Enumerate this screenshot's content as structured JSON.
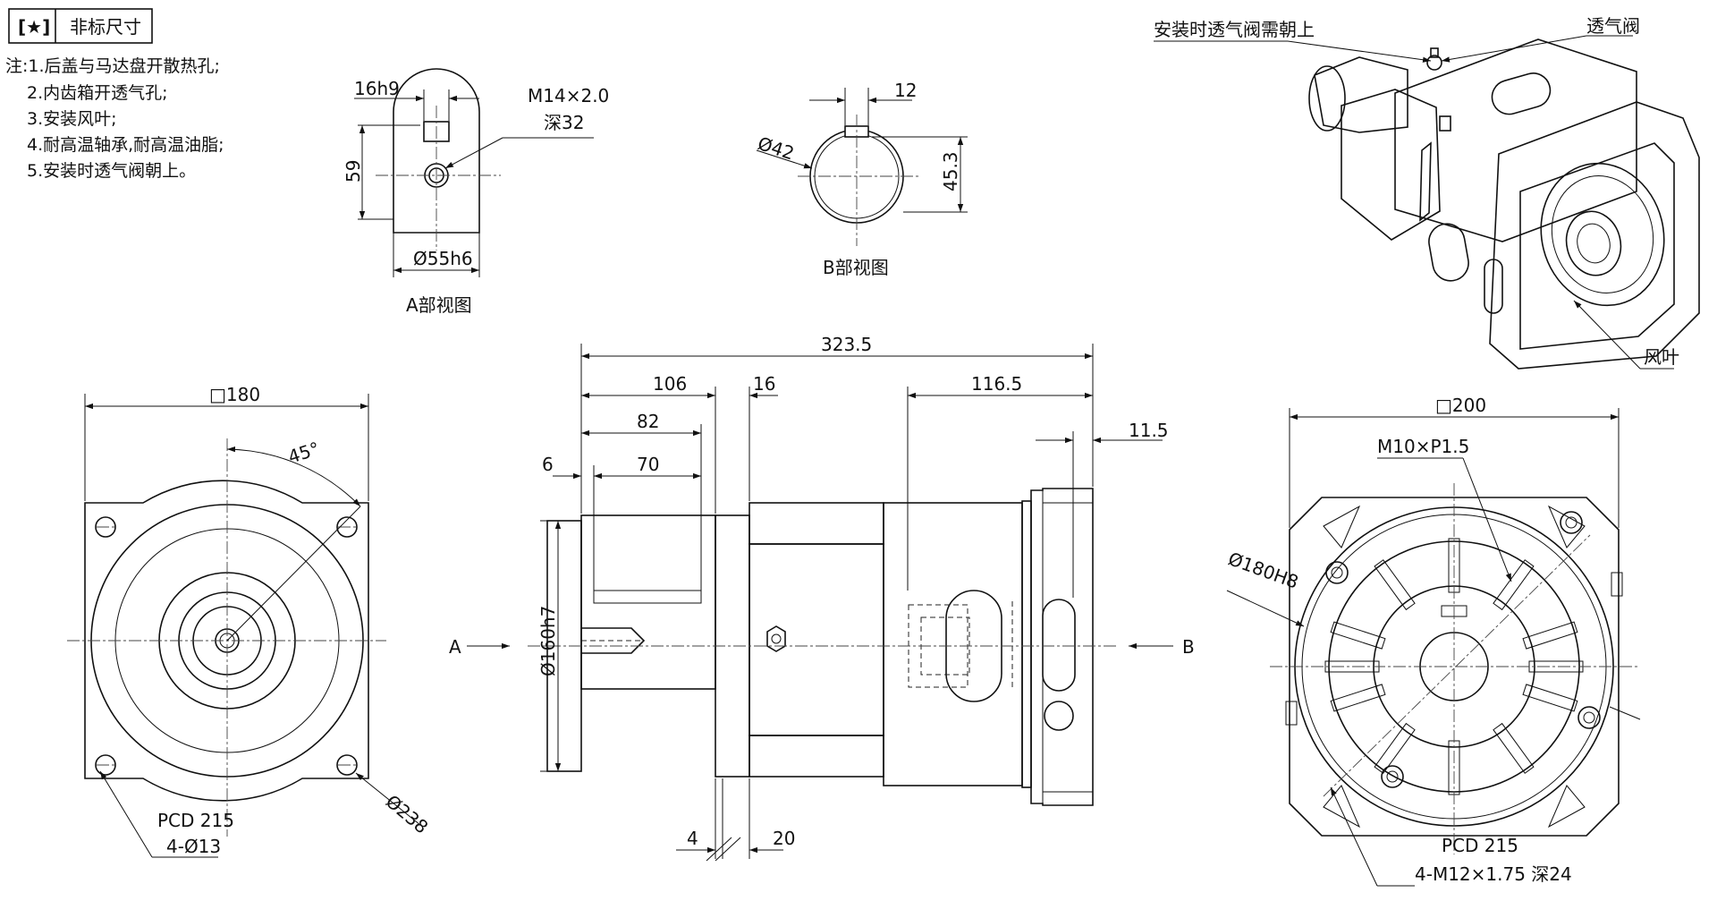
{
  "header": {
    "star_box": "[★]",
    "title": "非标尺寸"
  },
  "notes": {
    "lines": [
      "注:1.后盖与马达盘开散热孔;",
      "2.内齿箱开透气孔;",
      "3.安装风叶;",
      "4.耐高温轴承,耐高温油脂;",
      "5.安装时透气阀朝上。"
    ]
  },
  "view_a": {
    "caption": "A部视图",
    "dim_key_width": "16h9",
    "dim_thread_top": "M14×2.0",
    "dim_thread_bottom": "深32",
    "dim_height": "59",
    "dim_shaft": "Ø55h6"
  },
  "view_b": {
    "caption": "B部视图",
    "dim_key": "12",
    "dim_bore": "Ø42",
    "dim_depth": "45.3"
  },
  "front_view": {
    "dim_square": "□180",
    "dim_angle": "45°",
    "dim_pcd": "PCD 215",
    "dim_holes": "4-Ø13",
    "dim_diag": "Ø238"
  },
  "side_view": {
    "dim_total": "323.5",
    "dim_106": "106",
    "dim_16": "16",
    "dim_116_5": "116.5",
    "dim_82": "82",
    "dim_11_5": "11.5",
    "dim_6": "6",
    "dim_70": "70",
    "dim_pilot": "Ø160h7",
    "dim_4": "4",
    "dim_20": "20",
    "arrow_a": "A",
    "arrow_b": "B"
  },
  "rear_view": {
    "dim_square": "□200",
    "dim_thread": "M10×P1.5",
    "dim_bore": "Ø180H8",
    "dim_pcd": "PCD 215",
    "dim_holes": "4-M12×1.75 深24"
  },
  "iso_view": {
    "label_valve_note": "安装时透气阀需朝上",
    "label_valve": "透气阀",
    "label_fan": "风叶"
  }
}
